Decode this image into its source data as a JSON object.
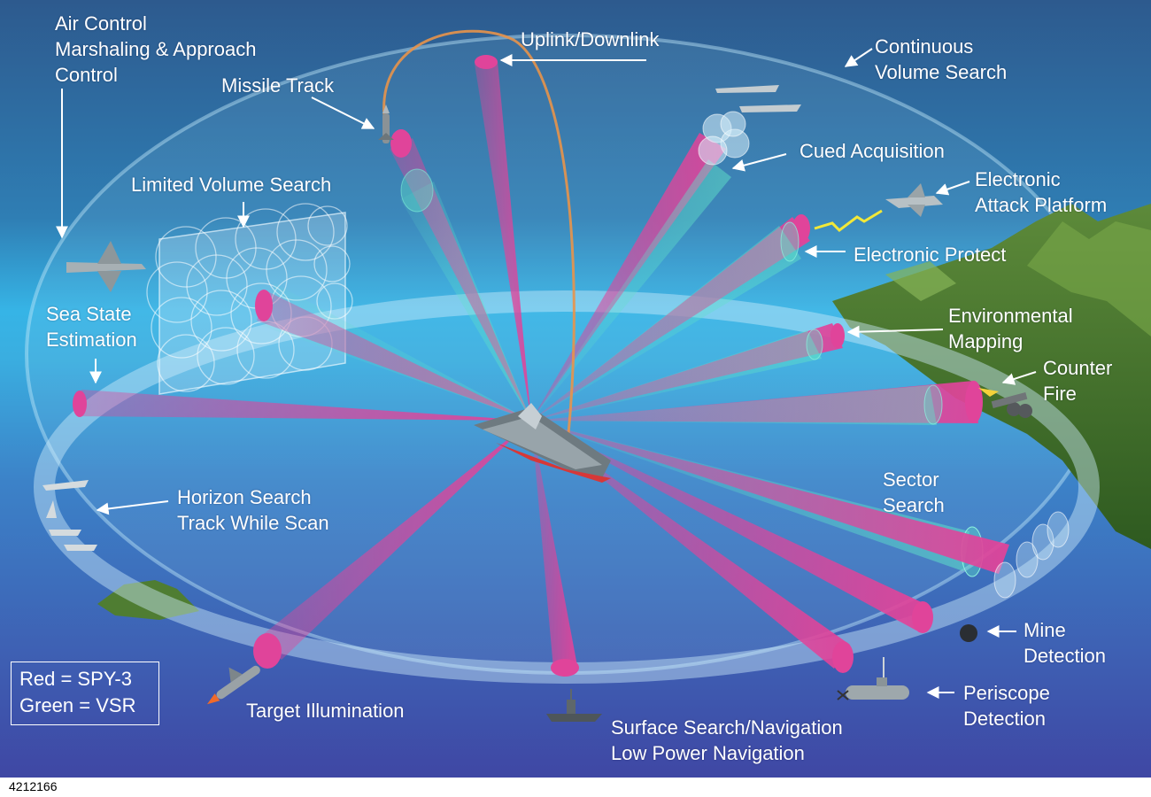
{
  "labels": {
    "air_control": "Air Control\nMarshaling & Approach\nControl",
    "missile_track": "Missile Track",
    "uplink_downlink": "Uplink/Downlink",
    "continuous_volume_search": "Continuous\nVolume Search",
    "cued_acquisition": "Cued Acquisition",
    "electronic_attack_platform": "Electronic\nAttack Platform",
    "electronic_protect": "Electronic Protect",
    "limited_volume_search": "Limited Volume Search",
    "sea_state_estimation": "Sea State\nEstimation",
    "environmental_mapping": "Environmental\nMapping",
    "counter_fire": "Counter\nFire",
    "horizon_search": "Horizon Search\nTrack While Scan",
    "sector_search": "Sector\nSearch",
    "mine_detection": "Mine\nDetection",
    "periscope_detection": "Periscope\nDetection",
    "target_illumination": "Target Illumination",
    "surface_search": "Surface Search/Navigation\nLow Power Navigation"
  },
  "legend": {
    "red": "Red = SPY-3",
    "green": "Green = VSR"
  },
  "figure_id": "4212166",
  "colors": {
    "spy3_beam": "#e0449a",
    "vsr_beam": "#5fe0c8",
    "sky_top": "#2d5a8e",
    "horizon": "#36b4e6",
    "sea_bottom": "#3f47a4",
    "land": "#3d6b2a"
  }
}
